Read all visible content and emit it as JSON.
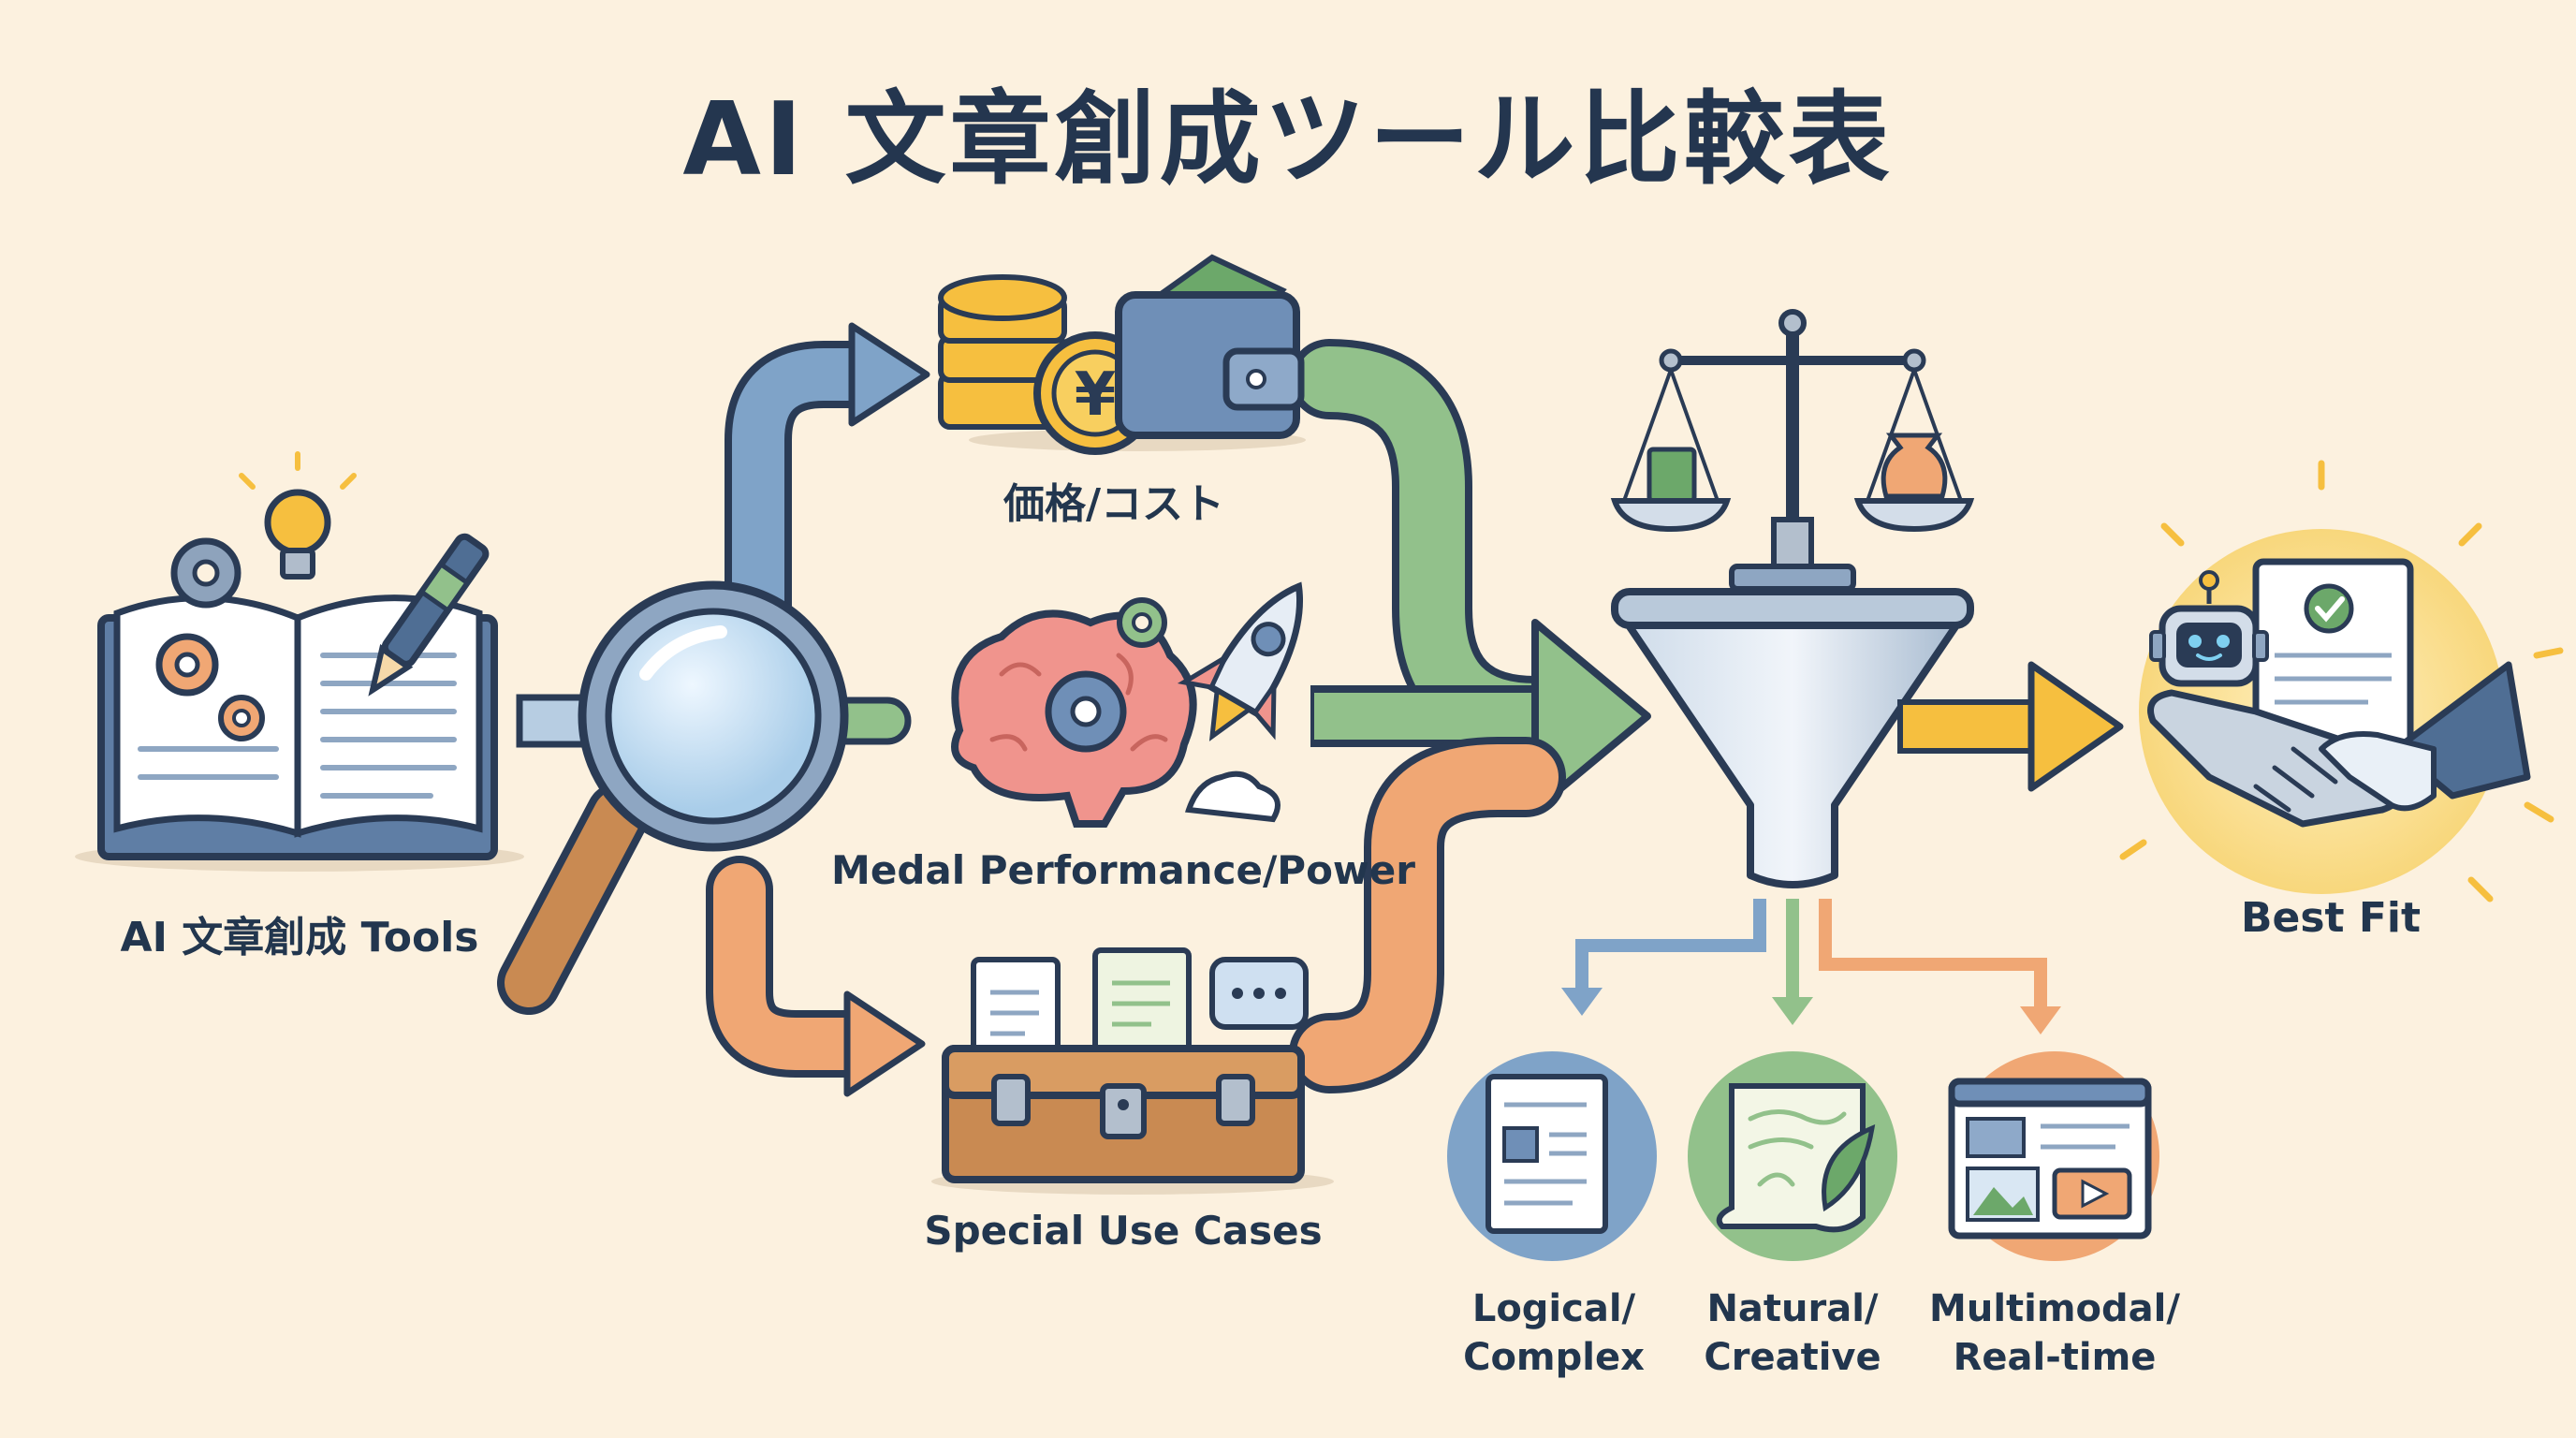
{
  "title": "AI 文章創成ツール比較表",
  "source": {
    "label": "AI 文章創成 Tools"
  },
  "criteria": [
    {
      "label": "価格/コスト"
    },
    {
      "label": "Medal Performance/Power"
    },
    {
      "label": "Special Use Cases"
    }
  ],
  "outputs": [
    {
      "label_line1": "Logical/",
      "label_line2": "Complex"
    },
    {
      "label_line1": "Natural/",
      "label_line2": "Creative"
    },
    {
      "label_line1": "Multimodal/",
      "label_line2": "Real-time"
    }
  ],
  "result": {
    "label": "Best Fit"
  },
  "coin_symbol": "¥",
  "colors": {
    "background": "#fcf1df",
    "outline": "#2a3b55",
    "arrow_blue": "#7fa3c8",
    "arrow_green": "#92c18b",
    "arrow_orange": "#f0a774",
    "coin": "#f6bf3f",
    "box_brown": "#c98a52"
  }
}
